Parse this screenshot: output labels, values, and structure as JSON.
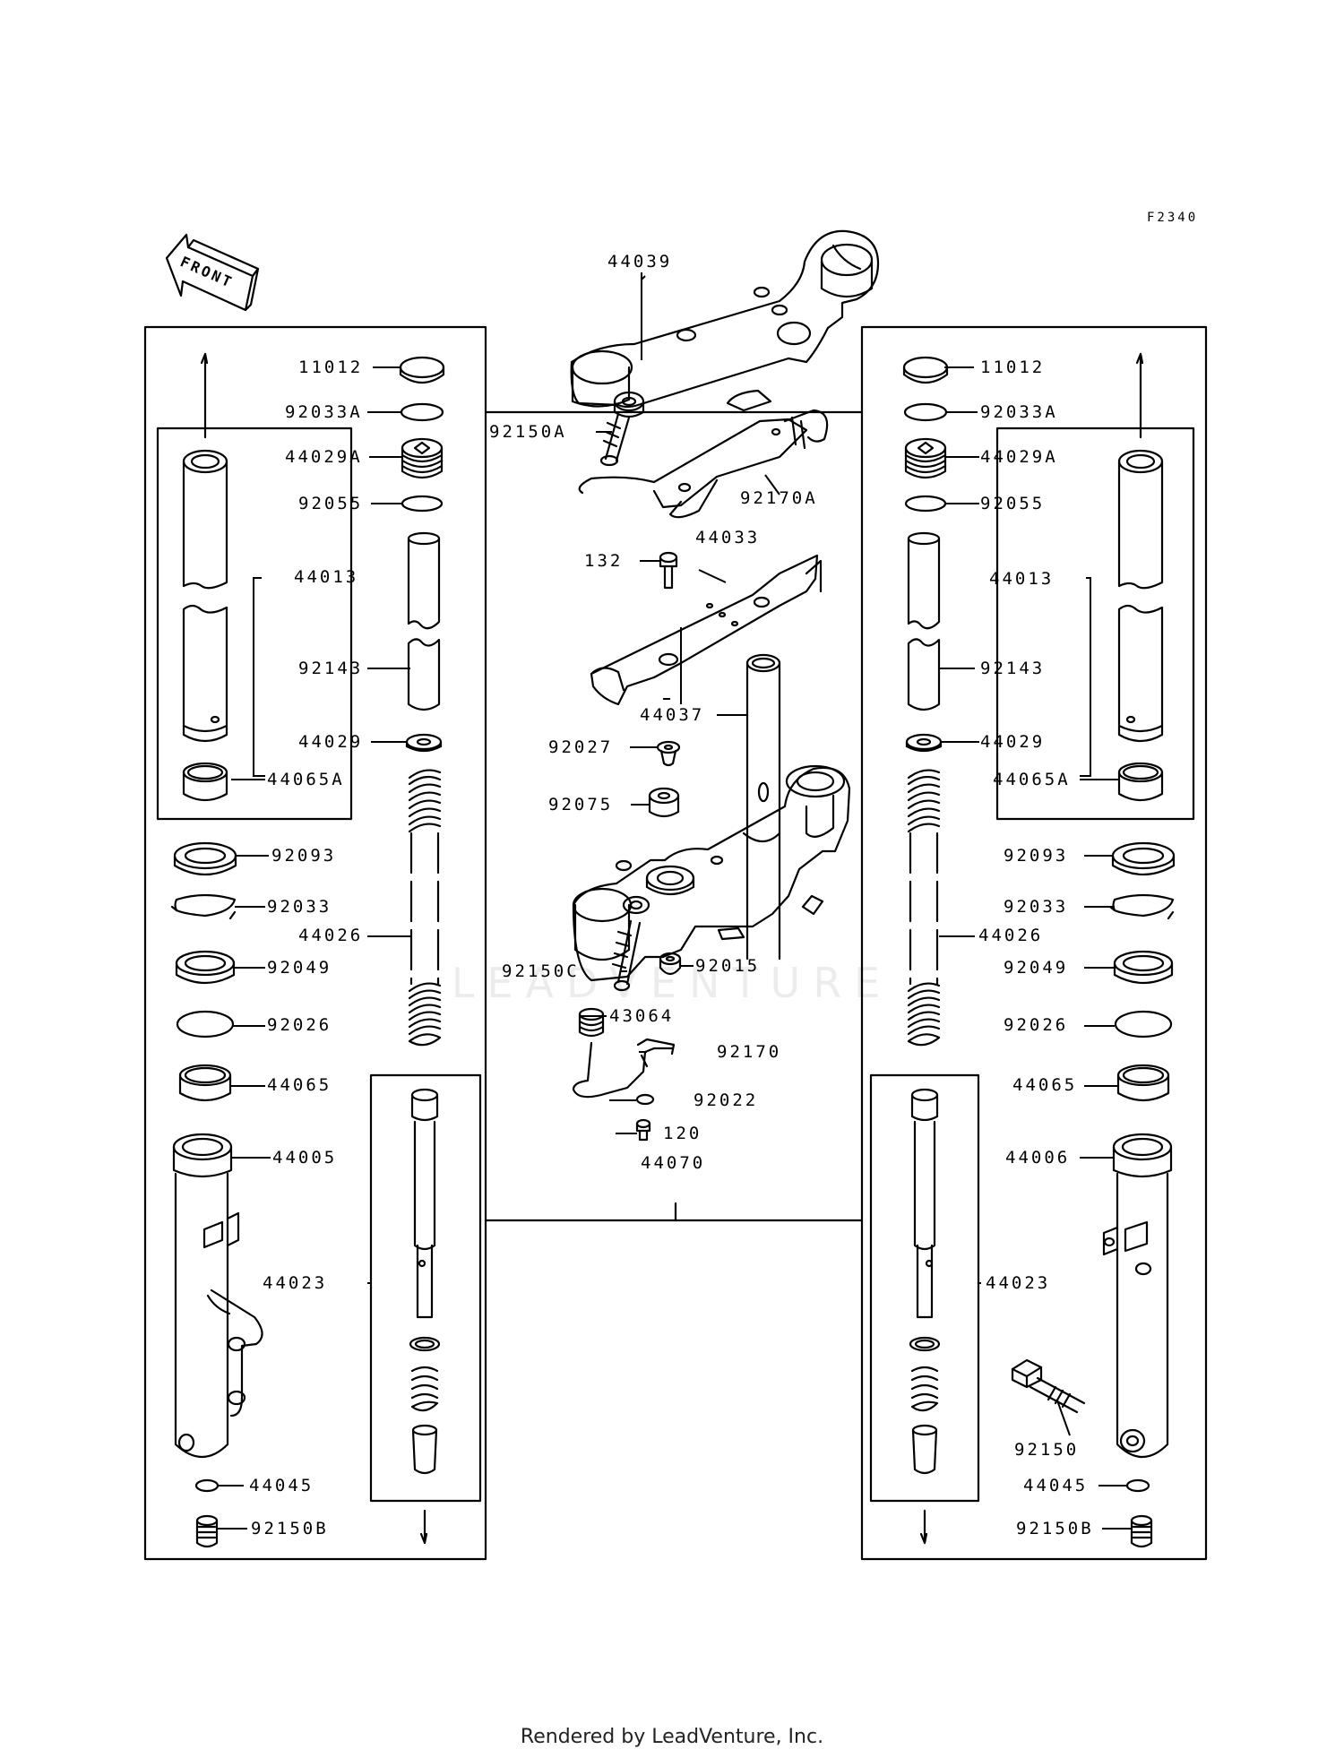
{
  "figure_code": "F2340",
  "front_label": "FRONT",
  "watermark": "LEADVENTURE",
  "footer": "Rendered by LeadVenture, Inc.",
  "left_fork": {
    "upper_parts": [
      "11012",
      "92033A",
      "44029A",
      "92055",
      "92143",
      "44029"
    ],
    "inner_kit": [
      "44013",
      "44065A"
    ],
    "spring": "44026",
    "seals": [
      "92093",
      "92033",
      "92049",
      "92026",
      "44065"
    ],
    "outer_tube": "44005",
    "damper_rod": "44023",
    "bottom": [
      "44045",
      "92150B"
    ]
  },
  "right_fork": {
    "upper_parts": [
      "11012",
      "92033A",
      "44029A",
      "92055",
      "92143",
      "44029"
    ],
    "inner_kit": [
      "44013",
      "44065A"
    ],
    "spring": "44026",
    "seals": [
      "92093",
      "92033",
      "92049",
      "92026",
      "44065"
    ],
    "outer_tube": "44006",
    "damper_rod": "44023",
    "axle_bolt": "92150",
    "bottom": [
      "44045",
      "92150B"
    ]
  },
  "center": {
    "upper_bracket": "44039",
    "bracket_bolt": "92150A",
    "wire_clamp": "92170A",
    "plate": "44033",
    "plate_bolt": "132",
    "stem": "44037",
    "stem_parts": [
      "92027",
      "92075"
    ],
    "lower_bolt": "92150C",
    "lower_nut": "92015",
    "damper": "43064",
    "lower_clamp": "92170",
    "washer": "92022",
    "screw": "120",
    "assembly": "44070"
  }
}
